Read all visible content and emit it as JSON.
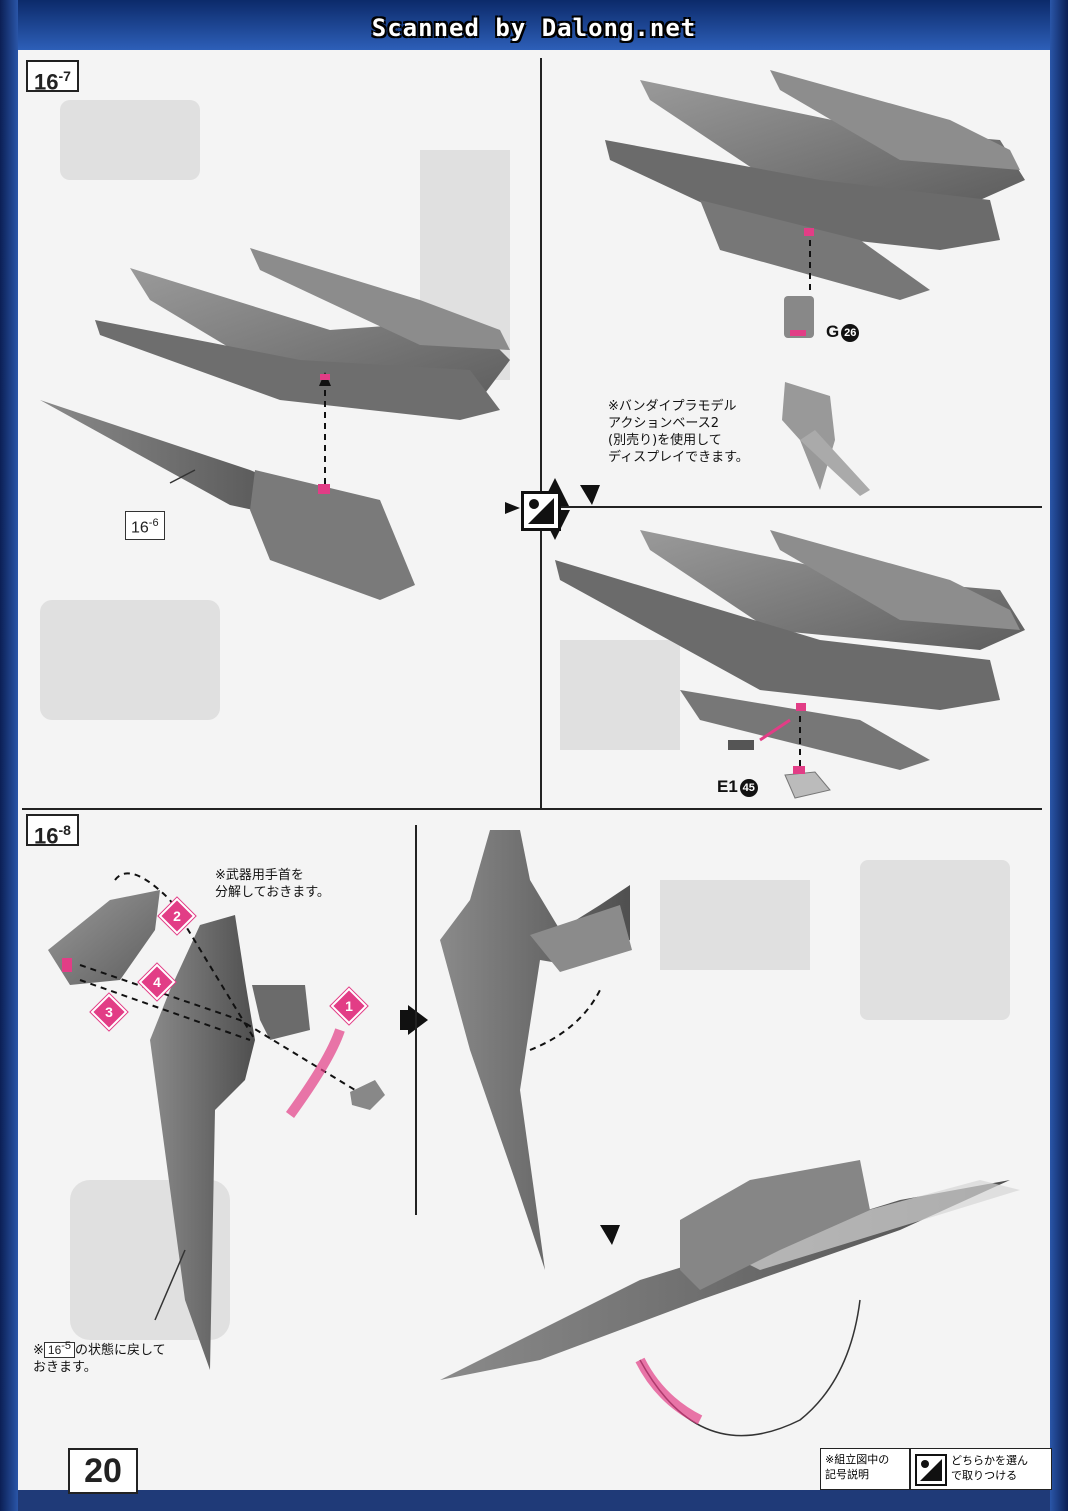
{
  "banner": "Scanned by Dalong.net",
  "page_number": "20",
  "steps": [
    {
      "id": "step-16-7",
      "main": "16",
      "sub": "-7"
    },
    {
      "id": "step-16-8",
      "main": "16",
      "sub": "-8"
    }
  ],
  "refs": {
    "ref_16_6": {
      "main": "16",
      "sub": "-6"
    },
    "ref_16_5": {
      "main": "16",
      "sub": "-5"
    }
  },
  "parts": {
    "g26_letter": "G",
    "g26_num": "26",
    "e145_letter": "E1",
    "e145_num": "45"
  },
  "notes": {
    "action_base": "※バンダイプラモデル\nアクションベース2\n(別売り)を使用して\nディスプレイできます。",
    "weapon_hand": "※武器用手首を\n分解しておきます。",
    "return_state_prefix": "※",
    "return_state_suffix": "の状態に戻して\nおきます。"
  },
  "badges": [
    "1",
    "2",
    "3",
    "4"
  ],
  "legend": {
    "title": "※組立図中の\n記号説明",
    "choice_text": "どちらかを選ん\nで取りつける"
  },
  "colors": {
    "accent": "#e23d86",
    "part_gray": "#7d7d7d",
    "page_blue": "#1f3a78"
  }
}
